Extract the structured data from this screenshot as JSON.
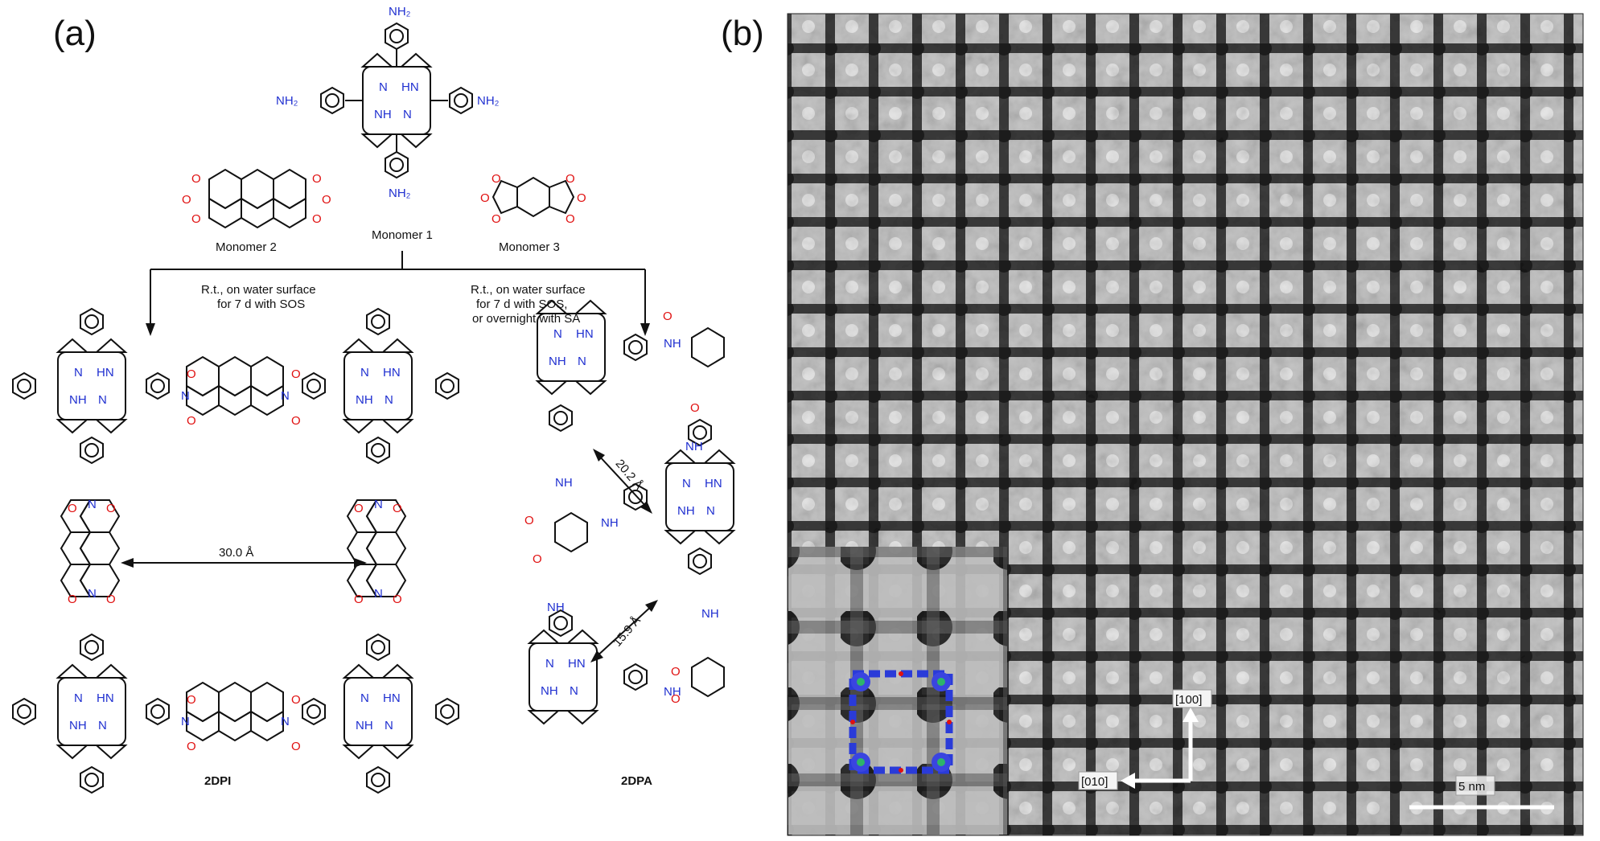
{
  "panel_a": {
    "label": "(a)",
    "monomer1_label": "Monomer 1",
    "monomer2_label": "Monomer 2",
    "monomer3_label": "Monomer 3",
    "nh2": "NH₂",
    "left_condition": [
      "R.t., on water surface",
      "for 7 d with SOS"
    ],
    "right_condition": [
      "R.t., on water surface",
      "for 7 d with SOS,",
      "or overnight with SA"
    ],
    "dpi_distance": "30.0 Å",
    "dpa_distance_1": "20.2 Å",
    "dpa_distance_2": "15.9 Å",
    "dpi_name": "2DPI",
    "dpa_name": "2DPA",
    "atom_N": "N",
    "atom_HN": "HN",
    "atom_NH": "NH",
    "atom_O": "O"
  },
  "panel_b": {
    "label": "(b)",
    "axis_100": "[100]",
    "axis_010": "[010]",
    "scale_bar": "5 nm"
  },
  "colors": {
    "nitrogen": "#1f2fd0",
    "oxygen": "#e01010",
    "bond": "#111111",
    "tem_dark": "#2a2a2a",
    "tem_light": "#c8c8c8"
  }
}
